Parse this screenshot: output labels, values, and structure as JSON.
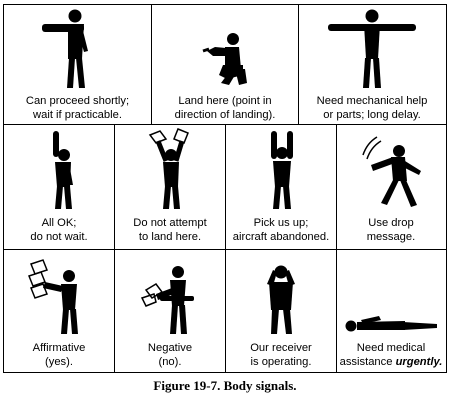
{
  "figure_caption": "Figure 19-7. Body signals.",
  "signals": [
    {
      "icon": "arm-pointing-figure-icon",
      "lines": [
        "Can proceed shortly;",
        "wait if practicable."
      ]
    },
    {
      "icon": "crouching-pointing-figure-icon",
      "lines": [
        "Land here (point in",
        "direction of landing)."
      ]
    },
    {
      "icon": "arms-outstretched-figure-icon",
      "lines": [
        "Need mechanical help",
        "or parts; long delay."
      ]
    },
    {
      "icon": "one-arm-raised-figure-icon",
      "lines": [
        "All OK;",
        "do not wait."
      ]
    },
    {
      "icon": "waving-cloth-overhead-figure-icon",
      "lines": [
        "Do not attempt",
        "to land here."
      ]
    },
    {
      "icon": "both-arms-up-figure-icon",
      "lines": [
        "Pick us up;",
        "aircraft abandoned."
      ]
    },
    {
      "icon": "drop-message-figure-icon",
      "lines": [
        "Use drop",
        "message."
      ]
    },
    {
      "icon": "cloth-waving-vertical-figure-icon",
      "lines": [
        "Affirmative",
        "(yes)."
      ]
    },
    {
      "icon": "cloth-waving-horizontal-figure-icon",
      "lines": [
        "Negative",
        "(no)."
      ]
    },
    {
      "icon": "hands-on-ears-figure-icon",
      "lines": [
        "Our receiver",
        "is operating."
      ]
    },
    {
      "icon": "lying-down-figure-icon",
      "lines": [
        "Need medical",
        "assistance"
      ],
      "emphasis": "urgently."
    }
  ]
}
